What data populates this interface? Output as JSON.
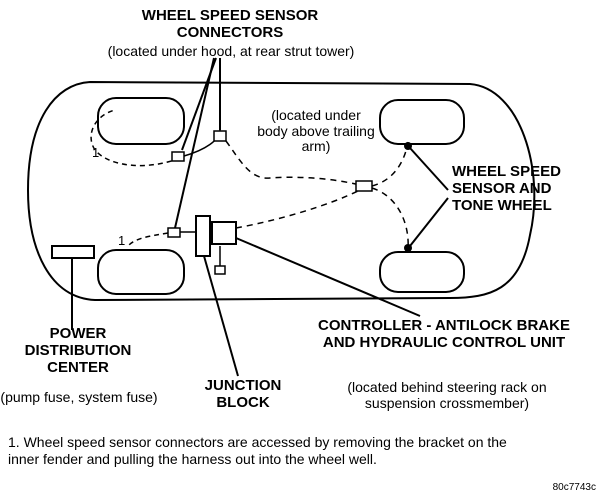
{
  "labels": {
    "wss_connectors_title": "WHEEL SPEED SENSOR CONNECTORS",
    "wss_connectors_note": "(located under hood, at rear strut tower)",
    "under_body_note": "(located under body above trailing arm)",
    "wss_tone_wheel": "WHEEL SPEED SENSOR AND TONE WHEEL",
    "power_distribution_center": "POWER DISTRIBUTION CENTER",
    "pdc_note": "(pump fuse, system fuse)",
    "junction_block": "JUNCTION BLOCK",
    "controller_title": "CONTROLLER - ANTILOCK BRAKE AND HYDRAULIC CONTROL UNIT",
    "controller_note": "(located behind steering rack on suspension crossmember)",
    "callout_1_top": "1",
    "callout_1_bottom": "1"
  },
  "footnote": "1. Wheel speed sensor connectors are accessed by removing the bracket on the inner fender and pulling the harness out into the wheel well.",
  "figure_id": "80c7743c"
}
